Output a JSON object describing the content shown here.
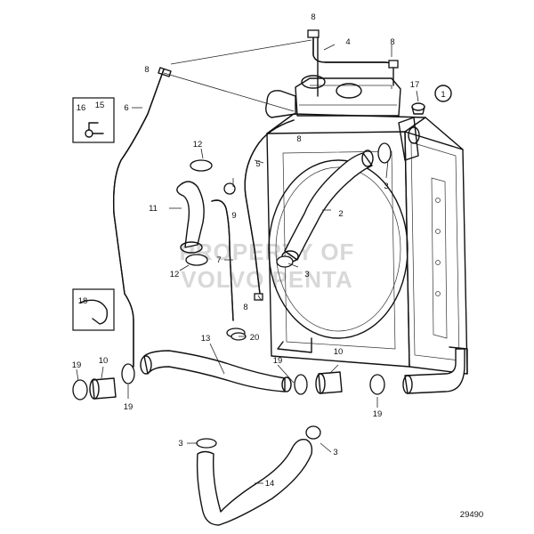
{
  "diagram": {
    "drawing_number": "29490",
    "watermark_line1": "PROPERTY OF",
    "watermark_line2": "VOLVO PENTA",
    "callouts": {
      "c1": "1",
      "c2": "2",
      "c3a": "3",
      "c3b": "3",
      "c3c": "3",
      "c3d": "3",
      "c4": "4",
      "c5": "5",
      "c6": "6",
      "c7": "7",
      "c8a": "8",
      "c8b": "8",
      "c8c": "8",
      "c8d": "8",
      "c8e": "8",
      "c9": "9",
      "c10a": "10",
      "c10b": "10",
      "c11": "11",
      "c12a": "12",
      "c12b": "12",
      "c13": "13",
      "c14": "14",
      "c15": "15",
      "c16": "16",
      "c17": "17",
      "c18": "18",
      "c19a": "19",
      "c19b": "19",
      "c19c": "19",
      "c19d": "19",
      "c20": "20"
    }
  }
}
